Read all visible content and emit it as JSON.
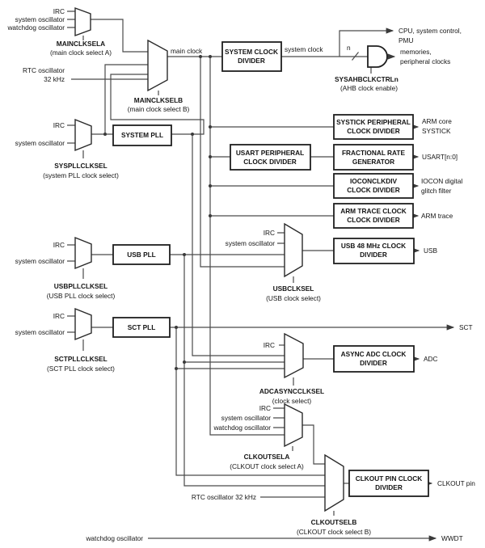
{
  "colors": {
    "background": "#ffffff",
    "line": "#4a4a4a",
    "box_border": "#1f1f1f",
    "text": "#141414"
  },
  "sources": {
    "irc": "IRC",
    "system_osc": "system oscillator",
    "watchdog_osc": "watchdog oscillator",
    "rtc_osc": "RTC oscillator",
    "rtc_freq": "32 kHz",
    "rtc_osc_32k": "RTC oscillator 32 kHz"
  },
  "muxes": {
    "main_a": {
      "name": "MAINCLKSELA",
      "desc": "(main clock select A)"
    },
    "main_b": {
      "name": "MAINCLKSELB",
      "desc": "(main clock select B)"
    },
    "sys_pll": {
      "name": "SYSPLLCLKSEL",
      "desc": "(system PLL clock select)"
    },
    "usb_pll": {
      "name": "USBPLLCLKSEL",
      "desc": "(USB PLL clock select)"
    },
    "sct_pll": {
      "name": "SCTPLLCLKSEL",
      "desc": "(SCT PLL clock select)"
    },
    "usb": {
      "name": "USBCLKSEL",
      "desc": "(USB clock select)"
    },
    "adc": {
      "name": "ADCASYNCCLKSEL",
      "desc": "(clock select)"
    },
    "clkout_a": {
      "name": "CLKOUTSELA",
      "desc": "(CLKOUT clock select A)"
    },
    "clkout_b": {
      "name": "CLKOUTSELB",
      "desc": "(CLKOUT clock select B)"
    }
  },
  "blocks": {
    "sys_div": {
      "l1": "SYSTEM CLOCK",
      "l2": "DIVIDER"
    },
    "system_pll": {
      "l1": "SYSTEM PLL"
    },
    "systick_div": {
      "l1": "SYSTICK PERIPHERAL",
      "l2": "CLOCK DIVIDER"
    },
    "usart_div": {
      "l1": "USART PERIPHERAL",
      "l2": "CLOCK DIVIDER"
    },
    "frg": {
      "l1": "FRACTIONAL RATE",
      "l2": "GENERATOR"
    },
    "iocon_div": {
      "l1": "IOCONCLKDIV",
      "l2": "CLOCK DIVIDER"
    },
    "arm_trace_div": {
      "l1": "ARM TRACE CLOCK",
      "l2": "CLOCK DIVIDER"
    },
    "usb_pll": {
      "l1": "USB PLL"
    },
    "usb_div": {
      "l1": "USB 48 MHz CLOCK",
      "l2": "DIVIDER"
    },
    "sct_pll": {
      "l1": "SCT PLL"
    },
    "adc_div": {
      "l1": "ASYNC ADC CLOCK",
      "l2": "DIVIDER"
    },
    "clkout_div": {
      "l1": "CLKOUT PIN CLOCK",
      "l2": "DIVIDER"
    }
  },
  "signals": {
    "main_clock": "main clock",
    "system_clock": "system clock",
    "bus_width": "n"
  },
  "gate": {
    "name": "SYSAHBCLKCTRLn",
    "desc": "(AHB clock enable)"
  },
  "outputs": {
    "cpu_l1": "CPU, system control,",
    "cpu_l2": "PMU",
    "mem_l1": "memories,",
    "mem_l2": "peripheral clocks",
    "systick_l1": "ARM core",
    "systick_l2": "SYSTICK",
    "usart": "USART[n:0]",
    "iocon_l1": "IOCON digital",
    "iocon_l2": "glitch filter",
    "arm_trace": "ARM trace",
    "usb": "USB",
    "sct": "SCT",
    "adc": "ADC",
    "clkout": "CLKOUT pin",
    "wwdt": "WWDT"
  }
}
